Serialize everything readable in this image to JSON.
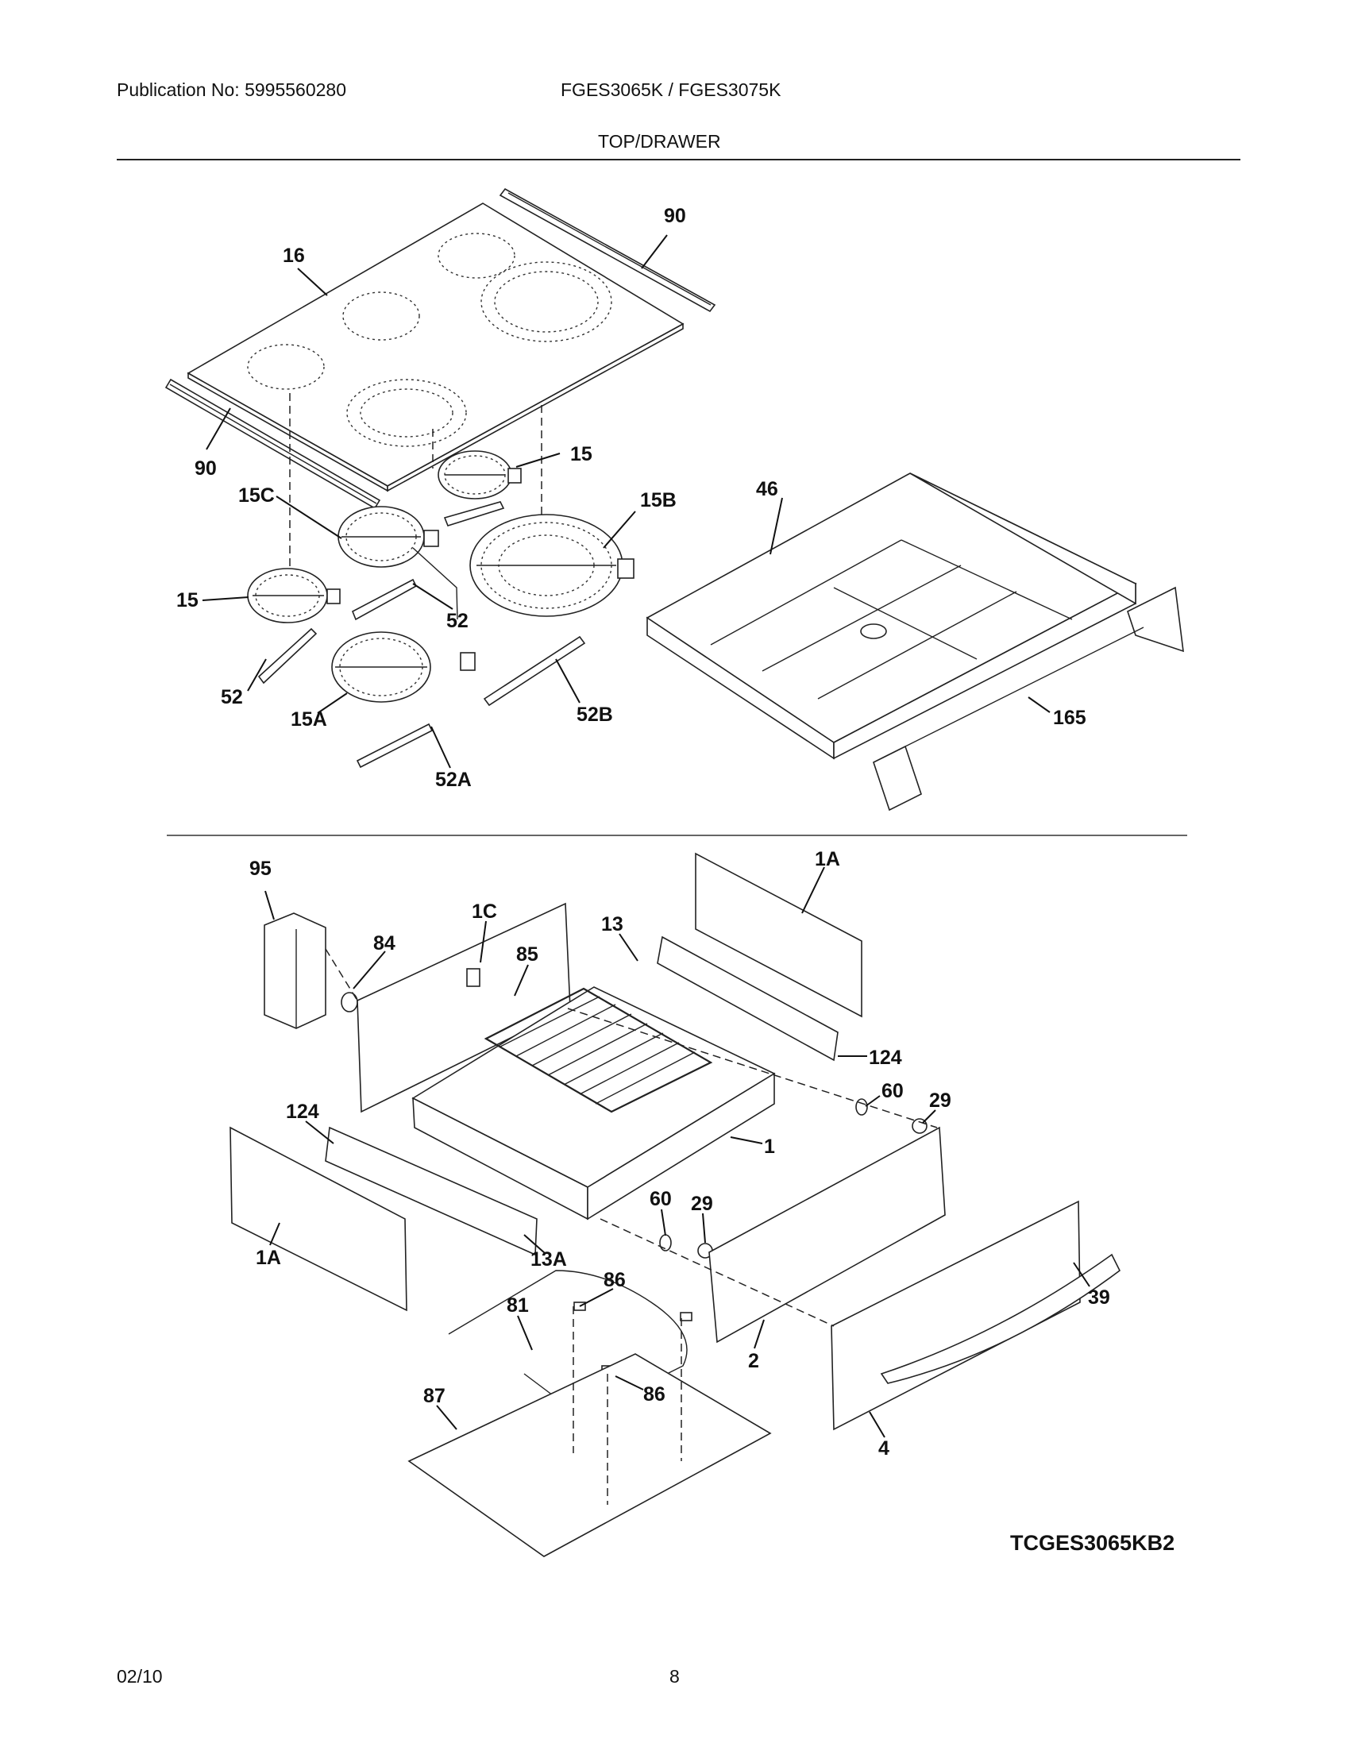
{
  "header": {
    "publication": "Publication No: 5995560280",
    "models": "FGES3065K / FGES3075K",
    "section_title": "TOP/DRAWER"
  },
  "diagram": {
    "code": "TCGES3065KB2",
    "callouts": {
      "c90a": "90",
      "c16": "16",
      "c90b": "90",
      "c15a": "15",
      "c15c": "15C",
      "c15b": "15B",
      "c46": "46",
      "c15d": "15",
      "c52a": "52",
      "c52b": "52",
      "c15A": "15A",
      "c52B": "52B",
      "c52A": "52A",
      "c165": "165",
      "c95": "95",
      "c1C": "1C",
      "c84": "84",
      "c85": "85",
      "c13": "13",
      "c1Aa": "1A",
      "c124a": "124",
      "c60a": "60",
      "c29a": "29",
      "c124b": "124",
      "c1": "1",
      "c60b": "60",
      "c29b": "29",
      "c1Ab": "1A",
      "c13A": "13A",
      "c86a": "86",
      "c81": "81",
      "c39": "39",
      "c86b": "86",
      "c87": "87",
      "c2": "2",
      "c4": "4"
    }
  },
  "footer": {
    "date": "02/10",
    "page": "8"
  }
}
